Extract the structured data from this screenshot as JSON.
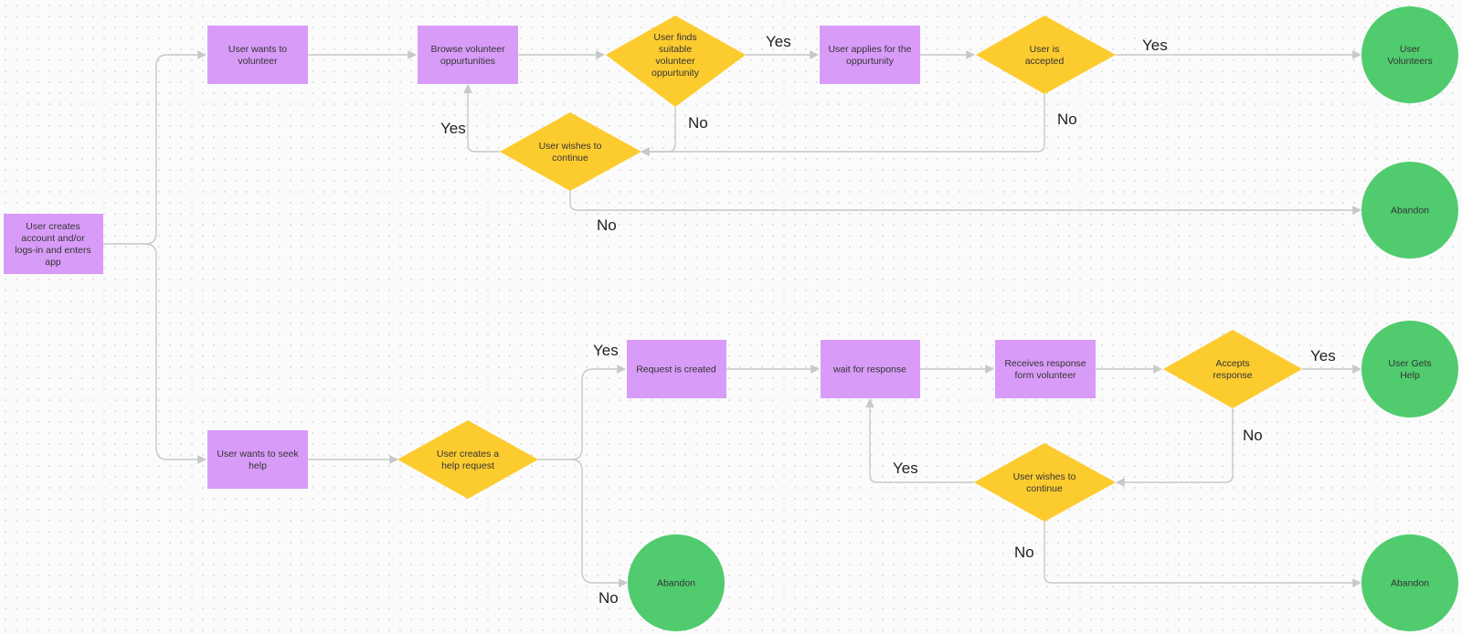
{
  "colors": {
    "process": "#d89cf8",
    "decision": "#fccc2f",
    "terminal": "#50cc6e",
    "connector": "#c8c8c8",
    "background": "#fbfbfb"
  },
  "nodes": {
    "start": "User creates account and/or logs-in and enters app",
    "want_volunteer": "User wants to volunteer",
    "browse": "Browse volunteer oppurtunities",
    "finds_suitable": "User finds suitable volunteer oppurtunity",
    "applies": "User applies for the oppurtunity",
    "is_accepted": "User is accepted",
    "user_volunteers": "User Volunteers",
    "wishes_continue_top": "User wishes to continue",
    "abandon_top": "Abandon",
    "want_help": "User wants to seek help",
    "creates_request": "User  creates a help request",
    "request_created": "Request is created",
    "wait_response": "wait for response",
    "receives_response": "Receives response form volunteer",
    "accepts_response": "Accepts response",
    "gets_help": "User Gets Help",
    "wishes_continue_bottom": "User wishes to continue",
    "abandon_middle": "Abandon",
    "abandon_bottom": "Abandon"
  },
  "edge_labels": {
    "finds_yes": "Yes",
    "finds_no": "No",
    "accepted_yes": "Yes",
    "accepted_no": "No",
    "continue_top_yes": "Yes",
    "continue_top_no": "No",
    "request_yes": "Yes",
    "request_no": "No",
    "accepts_yes": "Yes",
    "accepts_no": "No",
    "continue_bottom_yes": "Yes",
    "continue_bottom_no": "No"
  }
}
